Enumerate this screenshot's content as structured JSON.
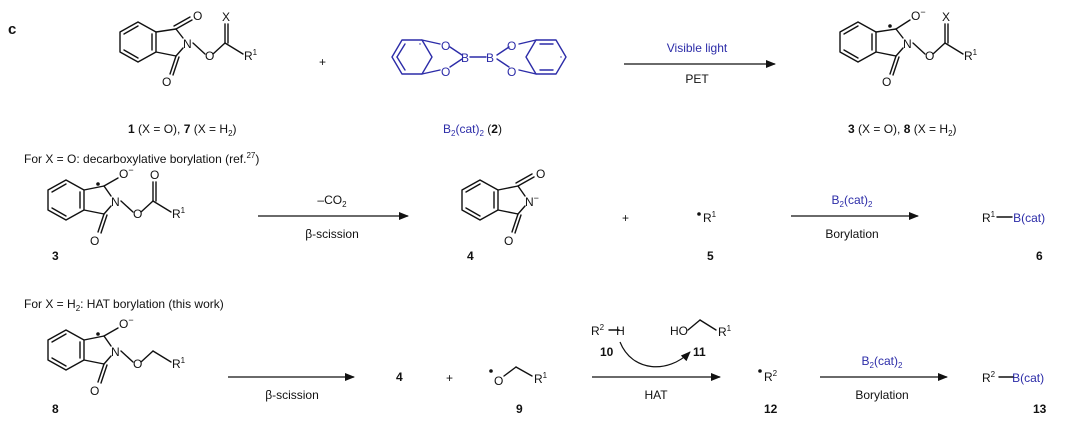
{
  "panel_letter": "c",
  "row1": {
    "reactant_label": {
      "c1": "1",
      "t1": " (X = O),  ",
      "c2": "7",
      "t2": " (X = H",
      "sub": "2",
      "t3": ")"
    },
    "plus": "+",
    "reagent_label": {
      "b": "B",
      "sub": "2",
      "rest": "(cat)",
      "sub2": "2",
      "sp": " (",
      "num": "2",
      "end": ")"
    },
    "arrow_top": "Visible light",
    "arrow_bottom": "PET",
    "product_label": {
      "c1": "3",
      "t1": " (X = O),  ",
      "c2": "8",
      "t2": " (X = H",
      "sub": "2",
      "t3": ")"
    }
  },
  "row2": {
    "heading": {
      "text": "For X = O: decarboxylative borylation (ref.",
      "sup": "27",
      "end": ")"
    },
    "start_label": "3",
    "arrow1_top": {
      "pre": "–CO",
      "sub": "2"
    },
    "arrow1_bottom": "β-scission",
    "anion_label": "4",
    "plus": "+",
    "radical": {
      "r": "R",
      "sup": "1"
    },
    "radical_label": "5",
    "arrow2_top": {
      "b": "B",
      "sub": "2",
      "rest": "(cat)",
      "sub2": "2"
    },
    "arrow2_bottom": "Borylation",
    "product": {
      "r": "R",
      "sup": "1",
      "bcat": "B(cat)"
    },
    "product_label": "6"
  },
  "row3": {
    "heading": {
      "text": "For X = H",
      "sub": "2",
      "end": ": HAT borylation (this work)"
    },
    "start_label": "8",
    "arrow1_bottom": "β-scission",
    "anion_ref": "4",
    "plus": "+",
    "alkoxy_label": "9",
    "hat_reagent": {
      "r": "R",
      "sup": "2",
      "h": "H"
    },
    "hat_reagent_label": "10",
    "alcohol_label": "11",
    "hat_arrow_bottom": "HAT",
    "radical": {
      "r": "R",
      "sup": "2"
    },
    "radical_label": "12",
    "arrow3_top": {
      "b": "B",
      "sub": "2",
      "rest": "(cat)",
      "sub2": "2"
    },
    "arrow3_bottom": "Borylation",
    "product": {
      "r": "R",
      "sup": "2",
      "bcat": "B(cat)"
    },
    "product_label": "13"
  },
  "atoms": {
    "O": "O",
    "N": "N",
    "X": "X",
    "B": "B",
    "R": "R",
    "HO": "HO",
    "O_minus": "O",
    "minus": "−",
    "one": "1",
    "two": "2",
    "n_minus": "−"
  },
  "colors": {
    "reagent": "#2c2ca8",
    "ink": "#111111"
  }
}
